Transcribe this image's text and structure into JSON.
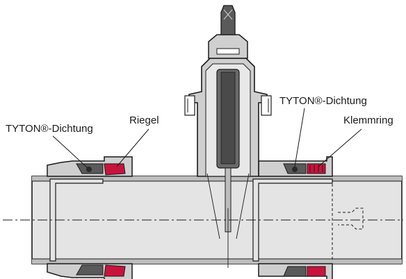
{
  "labels": {
    "tyton_left": "TYTON®-Dichtung",
    "riegel": "Riegel",
    "tyton_right": "TYTON®-Dichtung",
    "klemmring": "Klemmring"
  },
  "colors": {
    "pipe_fill": "#e4e4e4",
    "body_fill": "#cfcfcf",
    "dark_fill": "#5a5a5a",
    "seal_red": "#c8143c",
    "outline": "#1a1a1a",
    "background": "#ffffff"
  }
}
